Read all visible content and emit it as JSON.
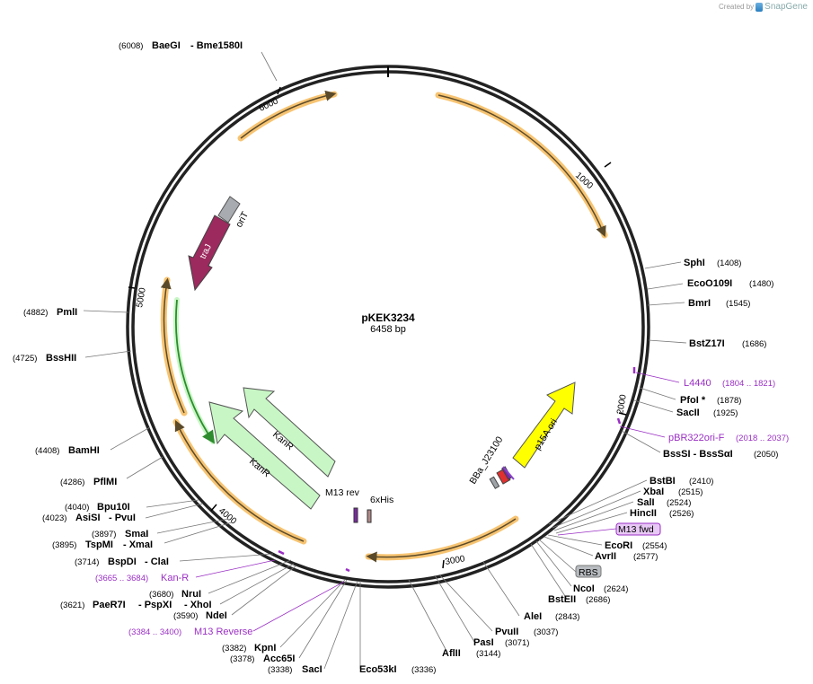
{
  "credit": {
    "created_by": "Created by",
    "brand": "SnapGene"
  },
  "plasmid": {
    "name": "pKEK3234",
    "length": "6458 bp"
  },
  "ticks": [
    "1000",
    "2000",
    "3000",
    "4000",
    "5000",
    "6000"
  ],
  "features": {
    "oriT": "oriT",
    "traJ": "traJ",
    "kanr1": "KanR",
    "kanr2": "KanR",
    "p15a": "p15A ori",
    "m13rev": "M13 rev",
    "his": "6xHis",
    "bba": "BBa_J23100",
    "rbs": "RBS",
    "m13fwd": "M13 fwd"
  },
  "sites": {
    "baegi": {
      "pos": "(6008)",
      "name": "BaeGI",
      "name2": "- Bme1580I"
    },
    "sphi": {
      "name": "SphI",
      "pos": "(1408)"
    },
    "ecoo109i": {
      "name": "EcoO109I",
      "pos": "(1480)"
    },
    "bmri": {
      "name": "BmrI",
      "pos": "(1545)"
    },
    "bstz17i": {
      "name": "BstZ17I",
      "pos": "(1686)"
    },
    "l4440": {
      "name": "L4440",
      "pos": "(1804 .. 1821)"
    },
    "pfoi": {
      "name": "PfoI *",
      "pos": "(1878)"
    },
    "sacii": {
      "name": "SacII",
      "pos": "(1925)"
    },
    "pbr322": {
      "name": "pBR322ori-F",
      "pos": "(2018 .. 2037)"
    },
    "bsssi": {
      "name": "BssSI  - BssSαI",
      "pos": "(2050)"
    },
    "bstbi": {
      "name": "BstBI",
      "pos": "(2410)"
    },
    "xbai": {
      "name": "XbaI",
      "pos": "(2515)"
    },
    "sali": {
      "name": "SalI",
      "pos": "(2524)"
    },
    "hincii": {
      "name": "HincII",
      "pos": "(2526)"
    },
    "ecori": {
      "name": "EcoRI",
      "pos": "(2554)"
    },
    "avrii": {
      "name": "AvrII",
      "pos": "(2577)"
    },
    "ncoi": {
      "name": "NcoI",
      "pos": "(2624)"
    },
    "bsteii": {
      "name": "BstEII",
      "pos": "(2686)"
    },
    "alei": {
      "name": "AleI",
      "pos": "(2843)"
    },
    "pvuii": {
      "name": "PvuII",
      "pos": "(3037)"
    },
    "pasi": {
      "name": "PasI",
      "pos": "(3071)"
    },
    "aflii": {
      "name": "AflII",
      "pos": "(3144)"
    },
    "eco53ki": {
      "name": "Eco53kI",
      "pos": "(3336)"
    },
    "saci": {
      "name": "SacI",
      "pos": "(3338)"
    },
    "acc65i": {
      "name": "Acc65I",
      "pos": "(3378)"
    },
    "kpni": {
      "name": "KpnI",
      "pos": "(3382)"
    },
    "m13reverse": {
      "name": "M13 Reverse",
      "pos": "(3384 .. 3400)"
    },
    "ndei": {
      "name": "NdeI",
      "pos": "(3590)"
    },
    "paer7i": {
      "name": "PaeR7I",
      "name2": "- PspXI",
      "name3": "- XhoI",
      "pos": "(3621)"
    },
    "nrui": {
      "name": "NruI",
      "pos": "(3680)"
    },
    "kanR_primer": {
      "name": "Kan-R",
      "pos": "(3665 .. 3684)"
    },
    "bspdi": {
      "name": "BspDI",
      "name2": "- ClaI",
      "pos": "(3714)"
    },
    "tspmi": {
      "name": "TspMI",
      "name2": "- XmaI",
      "pos": "(3895)"
    },
    "smai": {
      "name": "SmaI",
      "pos": "(3897)"
    },
    "asisi": {
      "name": "AsiSI",
      "name2": "- PvuI",
      "pos": "(4023)"
    },
    "bpu10i": {
      "name": "Bpu10I",
      "pos": "(4040)"
    },
    "pflmi": {
      "name": "PflMI",
      "pos": "(4286)"
    },
    "bamhi": {
      "name": "BamHI",
      "pos": "(4408)"
    },
    "bsshii": {
      "name": "BssHII",
      "pos": "(4725)"
    },
    "pmli": {
      "name": "PmlI",
      "pos": "(4882)"
    }
  },
  "colors": {
    "backbone": "#222222",
    "orf_fill": "#f7c472",
    "orf_line": "#5a4a2a",
    "primer": "#9a2fc4",
    "p15a": "#ffff00",
    "traj": "#9c2a5e",
    "orit": "#a8abb0",
    "kanr": "#c8f7c5",
    "kanr_orf": "#2e8b2e"
  }
}
